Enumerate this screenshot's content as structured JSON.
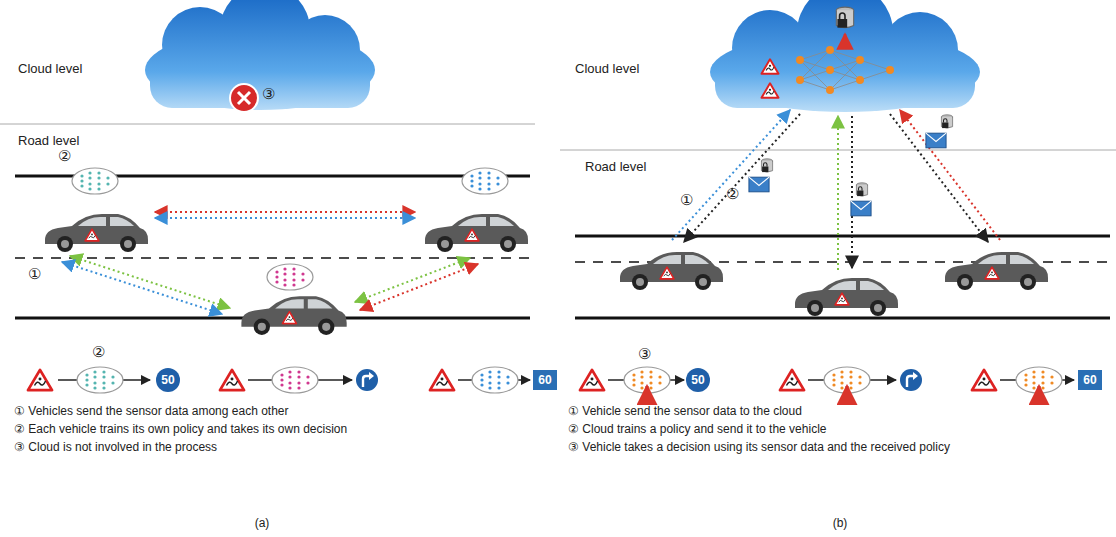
{
  "diagram": {
    "nodes": [
      {
        "text": [
          "50"
        ]
      },
      {
        "text": [
          "60"
        ]
      },
      {
        "text": [
          "50"
        ]
      },
      {
        "text": [
          "60"
        ]
      }
    ],
    "labels": [
      "Cloud level",
      "③",
      "Road level",
      "②",
      "①",
      "②",
      "① Vehicles send the sensor data among each other",
      "② Each vehicle trains its own policy and takes its own decision",
      "③ Cloud is not involved in the process",
      "(a)",
      "Cloud level",
      "Road level",
      "①",
      "②",
      "③",
      "① Vehicle send the sensor data to the cloud",
      "② Cloud trains a policy and send it to the vehicle",
      "③ Vehicle takes a decision using its sensor data and the received policy",
      "(b)"
    ]
  }
}
